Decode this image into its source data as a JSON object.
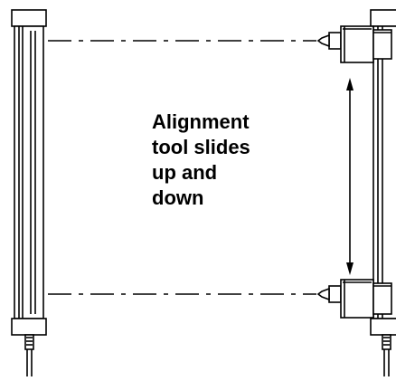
{
  "caption": {
    "lines": [
      "Alignment",
      "tool slides",
      "up and",
      "down"
    ]
  },
  "colors": {
    "stroke": "#000000",
    "background": "#ffffff"
  }
}
